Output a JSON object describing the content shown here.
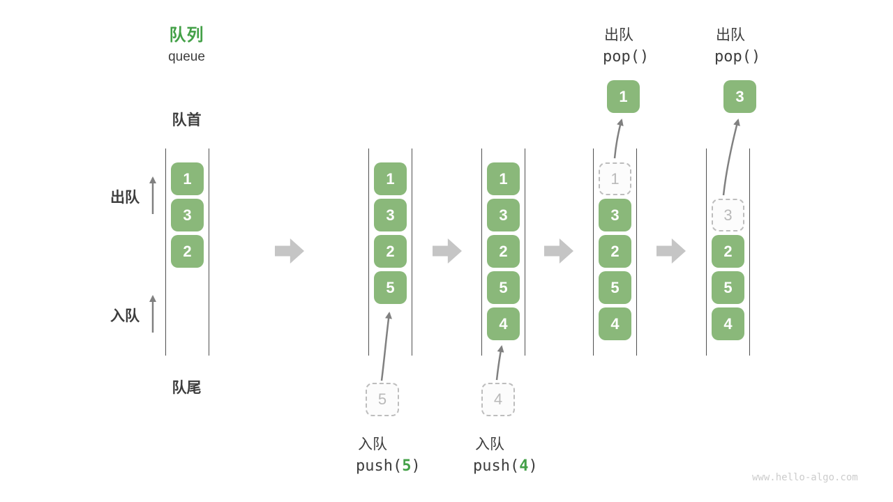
{
  "header": {
    "title_zh": "队列",
    "title_en": "queue"
  },
  "labels": {
    "front": "队首",
    "rear": "队尾",
    "dequeue_side": "出队",
    "enqueue_side": "入队"
  },
  "queues": [
    {
      "name": "state-initial",
      "cells": [
        {
          "v": "1"
        },
        {
          "v": "3"
        },
        {
          "v": "2"
        }
      ]
    },
    {
      "name": "state-after-push-5",
      "cells": [
        {
          "v": "1"
        },
        {
          "v": "3"
        },
        {
          "v": "2"
        },
        {
          "v": "5"
        }
      ],
      "staged": "5"
    },
    {
      "name": "state-after-push-4",
      "cells": [
        {
          "v": "1"
        },
        {
          "v": "3"
        },
        {
          "v": "2"
        },
        {
          "v": "5"
        },
        {
          "v": "4"
        }
      ],
      "staged": "4"
    },
    {
      "name": "state-pop-first",
      "ghost": "1",
      "cells": [
        {
          "v": "3"
        },
        {
          "v": "2"
        },
        {
          "v": "5"
        },
        {
          "v": "4"
        }
      ],
      "popped": "1"
    },
    {
      "name": "state-pop-second",
      "ghost": "3",
      "cells": [
        {
          "v": "2"
        },
        {
          "v": "5"
        },
        {
          "v": "4"
        }
      ],
      "popped": "3"
    }
  ],
  "operations": {
    "push5": {
      "label": "入队",
      "code_pre": "push(",
      "arg": "5",
      "code_post": ")"
    },
    "push4": {
      "label": "入队",
      "code_pre": "push(",
      "arg": "4",
      "code_post": ")"
    },
    "pop1": {
      "label": "出队",
      "code": "pop()"
    },
    "pop2": {
      "label": "出队",
      "code": "pop()"
    }
  },
  "watermark": "www.hello-algo.com",
  "colors": {
    "box_green": "#8ab87a",
    "accent_green": "#43a047",
    "text_dark": "#3d3d3d",
    "rail_gray": "#4f4f4f",
    "thin_arrow_gray": "#808080",
    "block_arrow_gray": "#c5c5c5",
    "ghost_gray": "#b9b9b9",
    "watermark_gray": "#cccccc"
  }
}
